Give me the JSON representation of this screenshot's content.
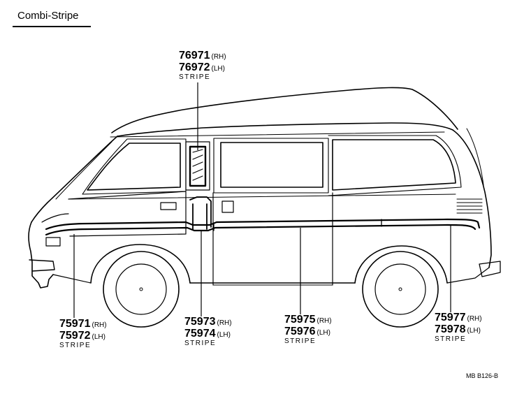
{
  "title": "Combi-Stripe",
  "drawing_code": "MB B126-B",
  "callouts": [
    {
      "id": "c1",
      "part": "STRIPE",
      "numbers": [
        {
          "num": "76971",
          "side": "(RH)"
        },
        {
          "num": "76972",
          "side": "(LH)"
        }
      ]
    },
    {
      "id": "c2",
      "part": "STRIPE",
      "numbers": [
        {
          "num": "75971",
          "side": "(RH)"
        },
        {
          "num": "75972",
          "side": "(LH)"
        }
      ]
    },
    {
      "id": "c3",
      "part": "STRIPE",
      "numbers": [
        {
          "num": "75973",
          "side": "(RH)"
        },
        {
          "num": "75974",
          "side": "(LH)"
        }
      ]
    },
    {
      "id": "c4",
      "part": "STRIPE",
      "numbers": [
        {
          "num": "75975",
          "side": "(RH)"
        },
        {
          "num": "75976",
          "side": "(LH)"
        }
      ]
    },
    {
      "id": "c5",
      "part": "STRIPE",
      "numbers": [
        {
          "num": "75977",
          "side": "(RH)"
        },
        {
          "num": "75978",
          "side": "(LH)"
        }
      ]
    }
  ]
}
